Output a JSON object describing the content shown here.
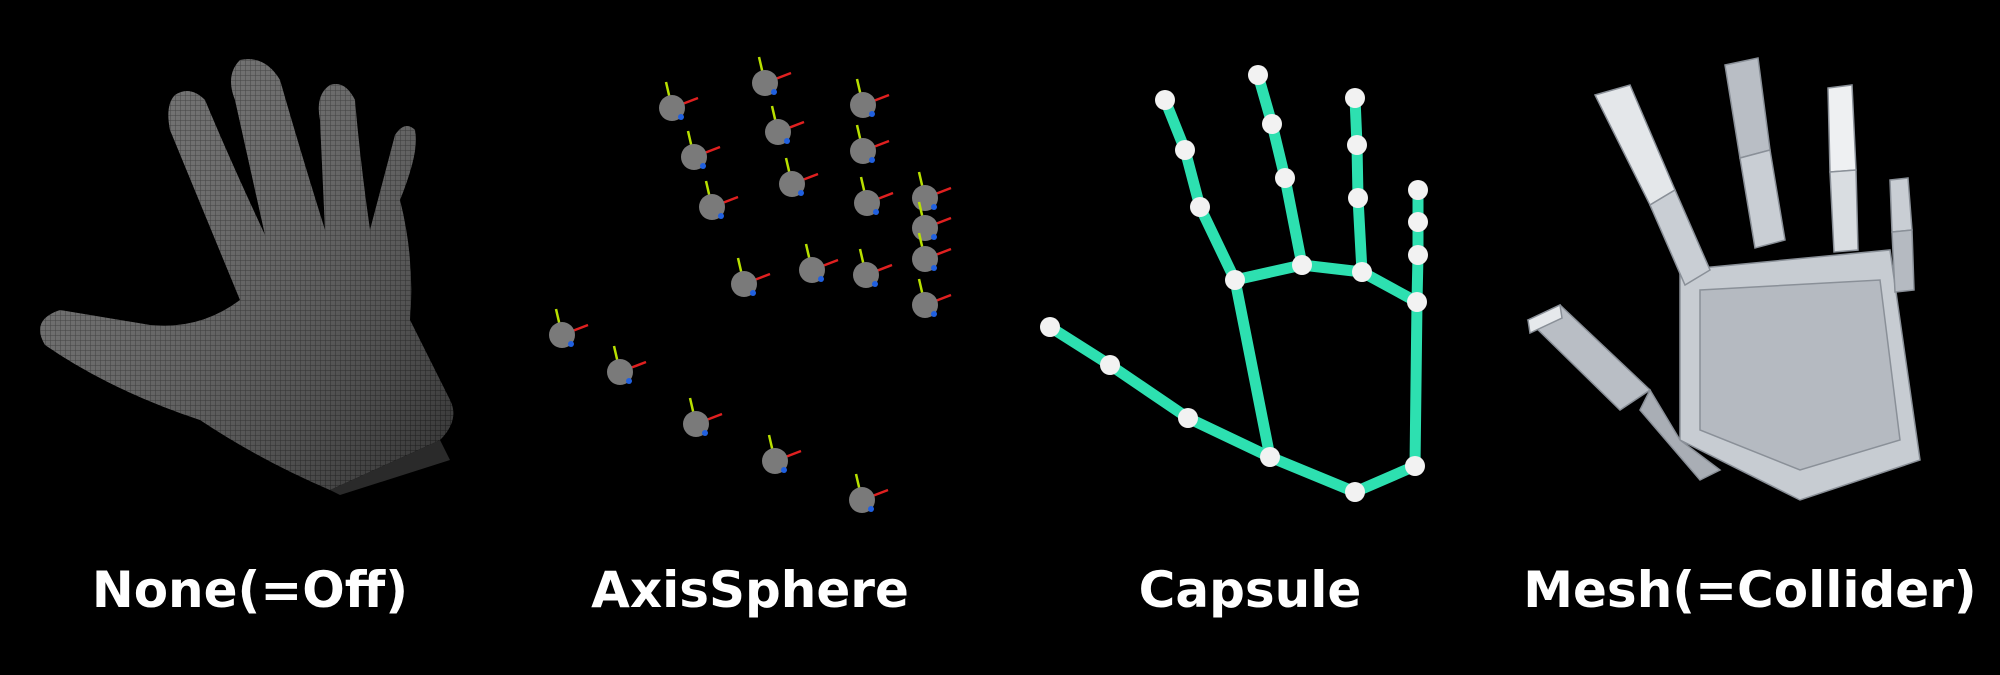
{
  "background": "#000000",
  "panels": [
    {
      "label": "None(=Off)",
      "mode": "mesh-wireframe"
    },
    {
      "label": "AxisSphere",
      "mode": "axis-spheres"
    },
    {
      "label": "Capsule",
      "mode": "capsule-skeleton",
      "accent": "#2de0b0"
    },
    {
      "label": "Mesh(=Collider)",
      "mode": "box-colliders"
    }
  ],
  "colors": {
    "sphere": "#7a7a7a",
    "axis_x": "#e02020",
    "axis_y": "#b8e000",
    "axis_z": "#2060e0",
    "capsule": "#2de0b0",
    "joint": "#f2f2f2",
    "collider": "#c7ccd2"
  }
}
